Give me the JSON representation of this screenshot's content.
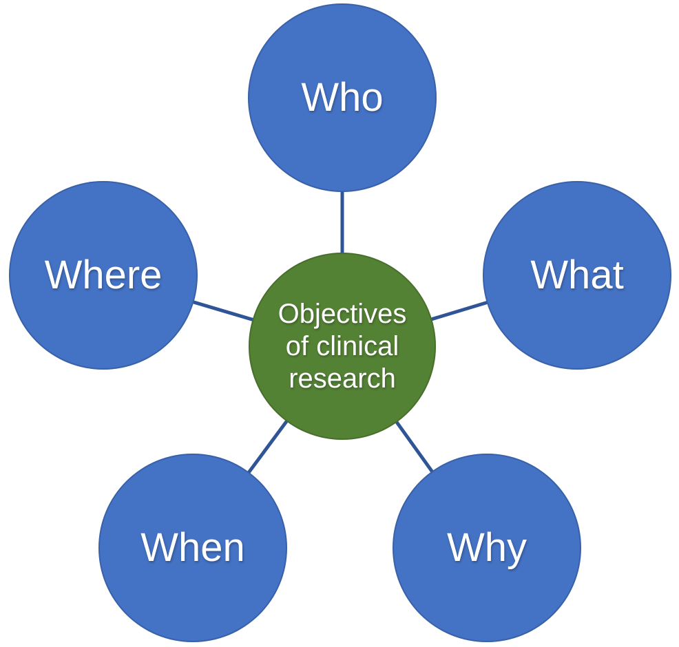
{
  "diagram": {
    "title": "Objectives of clinical research radial diagram",
    "center": {
      "label": "Objectives of clinical research",
      "lines": [
        "Objectives",
        "of clinical",
        "research"
      ],
      "fill_color": "#548235"
    },
    "nodes": [
      {
        "id": "who",
        "label": "Who",
        "position": "top"
      },
      {
        "id": "what",
        "label": "What",
        "position": "right"
      },
      {
        "id": "why",
        "label": "Why",
        "position": "bottom-right"
      },
      {
        "id": "when",
        "label": "When",
        "position": "bottom-left"
      },
      {
        "id": "where",
        "label": "Where",
        "position": "left"
      }
    ],
    "colors": {
      "node_fill": "#4472C4",
      "center_fill": "#548235",
      "connector": "#2F5597",
      "label_color": "#FFFFFF",
      "background": "#FFFFFF"
    }
  }
}
